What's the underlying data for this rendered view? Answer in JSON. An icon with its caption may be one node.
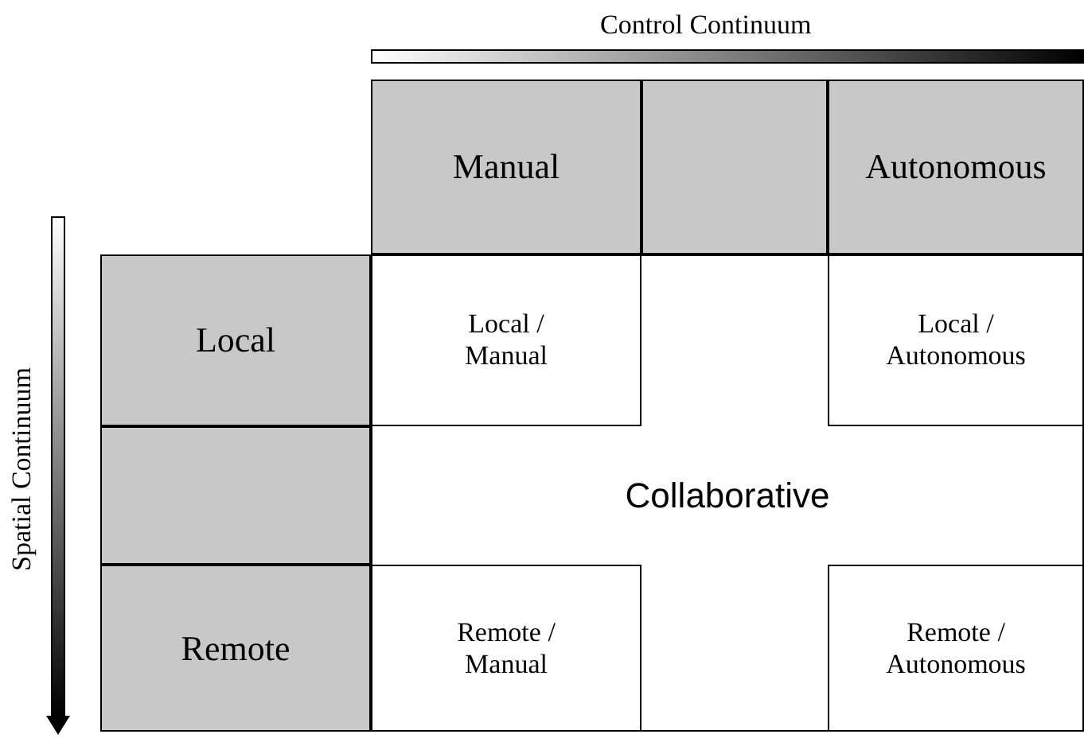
{
  "diagram": {
    "nodes": [
      {
        "text": [
          "Manual"
        ]
      },
      {
        "text": [],
        "shape": "box"
      },
      {
        "text": [
          "Autonomous"
        ]
      },
      {
        "text": [
          "Local"
        ]
      },
      {
        "text": [
          "Local / Manual"
        ]
      },
      {
        "text": [
          "Local / Autonomous"
        ]
      },
      {
        "text": [],
        "shape": "box"
      },
      {
        "text": [
          "Collaborative"
        ]
      },
      {
        "text": [
          "Remote"
        ]
      },
      {
        "text": [
          "Remote / Manual"
        ]
      },
      {
        "text": [
          "Remote / Autonomous"
        ]
      }
    ],
    "edges": [],
    "labels": [
      "Control Continuum",
      "Spatial Continuum"
    ]
  }
}
